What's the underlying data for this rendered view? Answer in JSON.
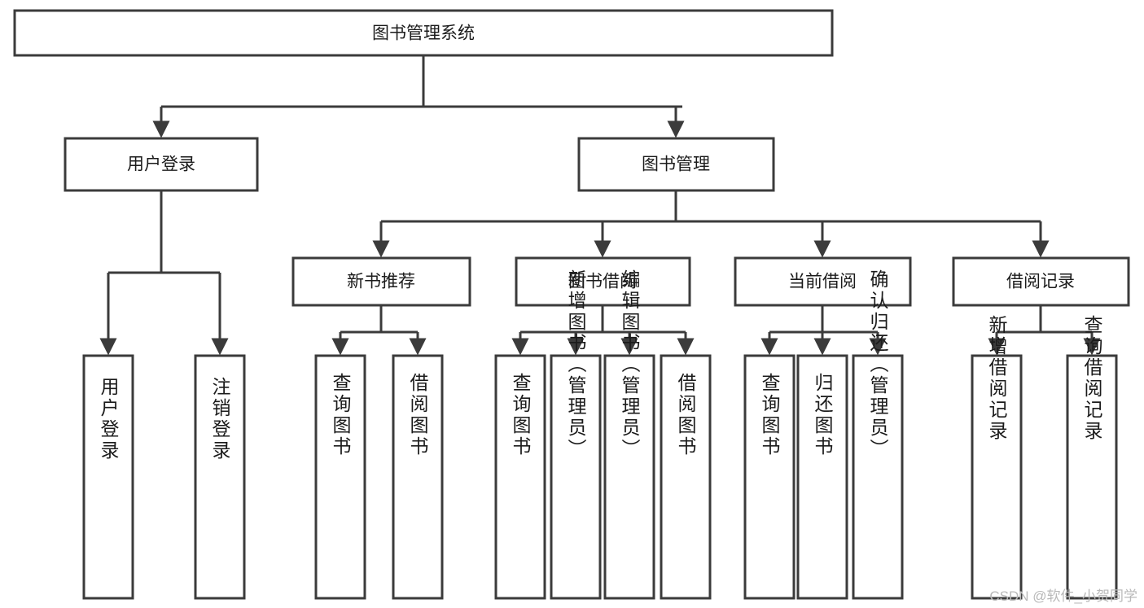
{
  "diagram": {
    "title": "图书管理系统",
    "type": "tree-hierarchy-chart",
    "watermark": "CSDN @软件_小贺同学",
    "colors": {
      "stroke": "#3b3b3b",
      "fill": "#ffffff",
      "text": "#1b1b1b",
      "watermark": "#b9b9b9",
      "background": "#ffffff"
    },
    "root": {
      "label": "图书管理系统"
    },
    "level2": [
      {
        "label": "用户登录"
      },
      {
        "label": "图书管理"
      }
    ],
    "level3": [
      {
        "label": "新书推荐"
      },
      {
        "label": "图书借阅"
      },
      {
        "label": "当前借阅"
      },
      {
        "label": "借阅记录"
      }
    ],
    "leaves": {
      "user_login": [
        {
          "label": "用户登录"
        },
        {
          "label": "注销登录"
        }
      ],
      "new_book_recommend": [
        {
          "label": "查询图书"
        },
        {
          "label": "借阅图书"
        }
      ],
      "book_borrow": [
        {
          "label": "查询图书"
        },
        {
          "label": "新增图书（管理员）"
        },
        {
          "label": "编辑图书（管理员）"
        },
        {
          "label": "借阅图书"
        }
      ],
      "current_borrow": [
        {
          "label": "查询图书"
        },
        {
          "label": "归还图书"
        },
        {
          "label": "确认归还（管理员）"
        }
      ],
      "borrow_record": [
        {
          "label": "新增借阅记录"
        },
        {
          "label": "查询借阅记录"
        }
      ]
    }
  }
}
